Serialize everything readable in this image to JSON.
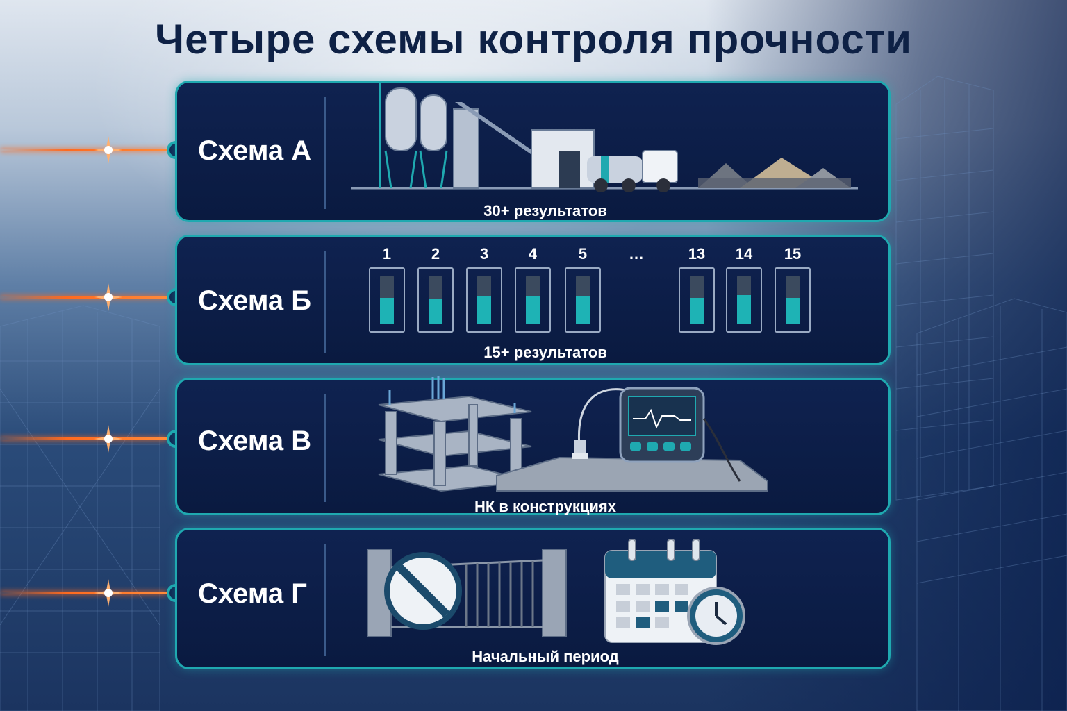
{
  "title": "Четыре схемы контроля прочности",
  "schemes": [
    {
      "label": "Схема А",
      "caption": "30+ результатов"
    },
    {
      "label": "Схема Б",
      "caption": "15+ результатов"
    },
    {
      "label": "Схема В",
      "caption": "НК в конструкциях"
    },
    {
      "label": "Схема Г",
      "caption": "Начальный период"
    }
  ],
  "samples": {
    "left": [
      "1",
      "2",
      "3",
      "4",
      "5"
    ],
    "ellipsis": "…",
    "right": [
      "13",
      "14",
      "15"
    ]
  },
  "colors": {
    "accent": "#1fa9b0",
    "beam": "#ff6a1f",
    "title": "#0e2145",
    "panel": "#0f2250"
  },
  "icons": [
    "concrete-plant-icon",
    "test-cylinder-icon",
    "structure-ndt-icon",
    "gate-prohibited-icon",
    "calendar-clock-icon"
  ]
}
